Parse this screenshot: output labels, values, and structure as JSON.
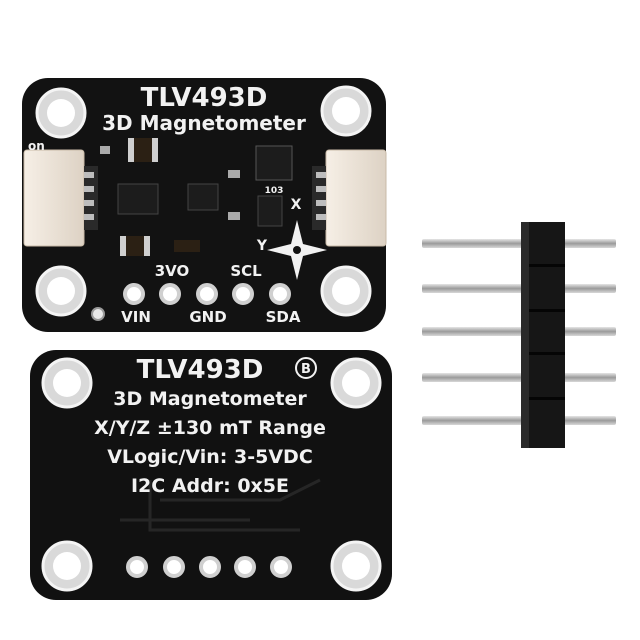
{
  "front_board": {
    "title": "TLV493D",
    "subtitle": "3D Magnetometer",
    "switch_label": "on",
    "chip_marking": "103",
    "axis_x": "X",
    "axis_y": "Y",
    "pin_labels_top": [
      "3VO",
      "SCL"
    ],
    "pin_labels_bottom": [
      "VIN",
      "GND",
      "SDA"
    ]
  },
  "back_board": {
    "title": "TLV493D",
    "logo_letter": "B",
    "lines": [
      "3D Magnetometer",
      "X/Y/Z ±130 mT Range",
      "VLogic/Vin: 3-5VDC",
      "I2C Addr: 0x5E"
    ]
  },
  "colors": {
    "pcb": "#111111",
    "silkscreen": "#f2f2f2",
    "connector": "#efe6dc",
    "pad_gold": "#c8c8c8",
    "header_pin": "#b8b8b8"
  }
}
